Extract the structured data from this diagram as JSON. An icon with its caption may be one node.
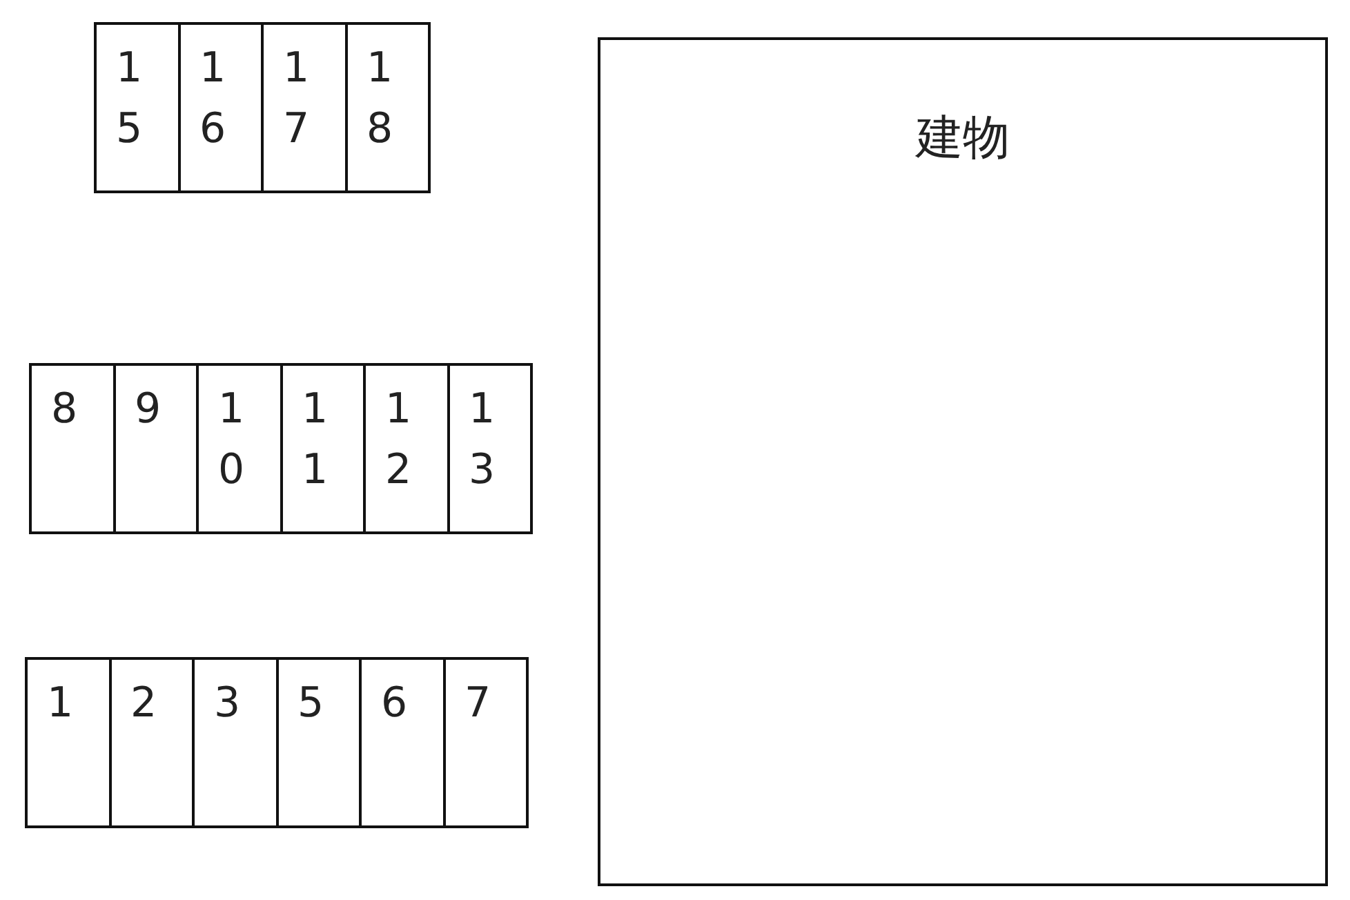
{
  "diagram": {
    "nodes": [
      {
        "text": [
          "15"
        ]
      },
      {
        "text": [
          "16"
        ]
      },
      {
        "text": [
          "17"
        ]
      },
      {
        "text": [
          "18"
        ]
      },
      {
        "text": [
          "建物"
        ]
      },
      {
        "text": [
          "8"
        ]
      },
      {
        "text": [
          "9"
        ]
      },
      {
        "text": [
          "10"
        ]
      },
      {
        "text": [
          "11"
        ]
      },
      {
        "text": [
          "12"
        ]
      },
      {
        "text": [
          "13"
        ]
      },
      {
        "text": [
          "1"
        ]
      },
      {
        "text": [
          "2"
        ]
      },
      {
        "text": [
          "3"
        ]
      },
      {
        "text": [
          "5"
        ]
      },
      {
        "text": [
          "6"
        ]
      },
      {
        "text": [
          "7"
        ]
      }
    ],
    "edges": []
  }
}
